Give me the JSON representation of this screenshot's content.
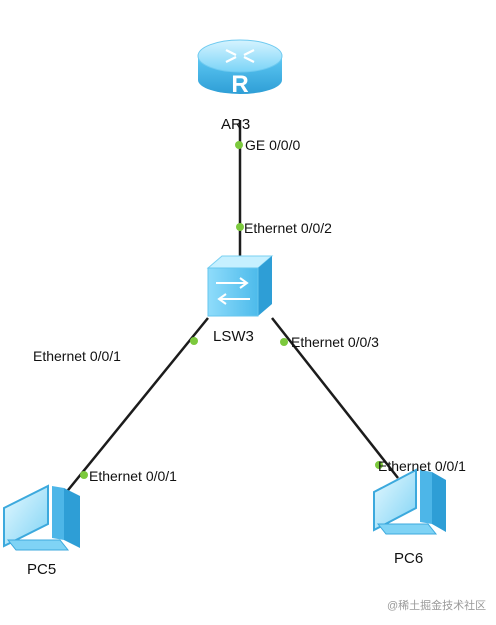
{
  "devices": {
    "router": {
      "name": "AR3",
      "icon": "router-icon"
    },
    "switch": {
      "name": "LSW3",
      "icon": "switch-icon"
    },
    "pc5": {
      "name": "PC5",
      "icon": "pc-icon"
    },
    "pc6": {
      "name": "PC6",
      "icon": "pc-icon"
    }
  },
  "ports": {
    "router_ge": "GE 0/0/0",
    "switch_up": "Ethernet 0/0/2",
    "switch_left": "Ethernet 0/0/1",
    "switch_right": "Ethernet 0/0/3",
    "pc5_port": "Ethernet 0/0/1",
    "pc6_port": "Ethernet 0/0/1"
  },
  "links": [
    {
      "from": "AR3",
      "from_port": "GE 0/0/0",
      "to": "LSW3",
      "to_port": "Ethernet 0/0/2"
    },
    {
      "from": "LSW3",
      "from_port": "Ethernet 0/0/1",
      "to": "PC5",
      "to_port": "Ethernet 0/0/1"
    },
    {
      "from": "LSW3",
      "from_port": "Ethernet 0/0/3",
      "to": "PC6",
      "to_port": "Ethernet 0/0/1"
    }
  ],
  "colors": {
    "link": "#1c1c1c",
    "port_dot": "#7cc93d",
    "device_light": "#aee8ff",
    "device_mid": "#5cc6f2",
    "device_dark": "#2f9fd6"
  },
  "watermark": "@稀土掘金技术社区"
}
